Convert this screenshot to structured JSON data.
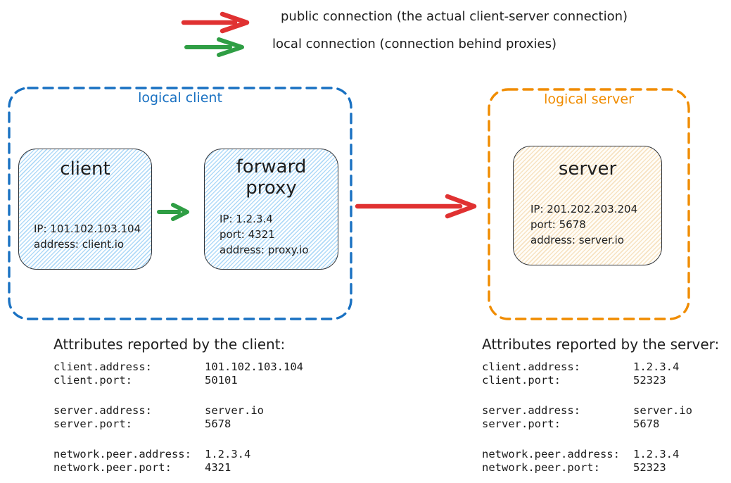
{
  "legend": {
    "public": {
      "label": "public connection (the actual client-server connection)"
    },
    "local": {
      "label": "local connection (connection behind proxies)"
    }
  },
  "groups": {
    "logical_client": {
      "label": "logical client"
    },
    "logical_server": {
      "label": "logical server"
    }
  },
  "nodes": {
    "client": {
      "title": "client",
      "lines": [
        "IP: 101.102.103.104",
        "address: client.io"
      ]
    },
    "forward_proxy": {
      "title": "forward proxy",
      "lines": [
        "IP: 1.2.3.4",
        "port: 4321",
        "address: proxy.io"
      ]
    },
    "server": {
      "title": "server",
      "lines": [
        "IP: 201.202.203.204",
        "port: 5678",
        "address: server.io"
      ]
    }
  },
  "attributes_client": {
    "title": "Attributes reported by the client:",
    "groups": [
      [
        {
          "label": "client.address:",
          "value": "101.102.103.104"
        },
        {
          "label": "client.port:",
          "value": "50101"
        }
      ],
      [
        {
          "label": "server.address:",
          "value": "server.io"
        },
        {
          "label": "server.port:",
          "value": "5678"
        }
      ],
      [
        {
          "label": "network.peer.address:",
          "value": "1.2.3.4"
        },
        {
          "label": "network.peer.port:",
          "value": "4321"
        }
      ]
    ]
  },
  "attributes_server": {
    "title": "Attributes reported by the server:",
    "groups": [
      [
        {
          "label": "client.address:",
          "value": "1.2.3.4"
        },
        {
          "label": "client.port:",
          "value": "52323"
        }
      ],
      [
        {
          "label": "server.address:",
          "value": "server.io"
        },
        {
          "label": "server.port:",
          "value": "5678"
        }
      ],
      [
        {
          "label": "network.peer.address:",
          "value": "1.2.3.4"
        },
        {
          "label": "network.peer.port:",
          "value": "52323"
        }
      ]
    ]
  },
  "colors": {
    "red": "#e03131",
    "green": "#2f9e44",
    "blue": "#1971c2",
    "orange": "#f08c00",
    "ink": "#1e1e1e",
    "client_fill": "#dbeeff",
    "server_fill": "#fdf3e3"
  }
}
